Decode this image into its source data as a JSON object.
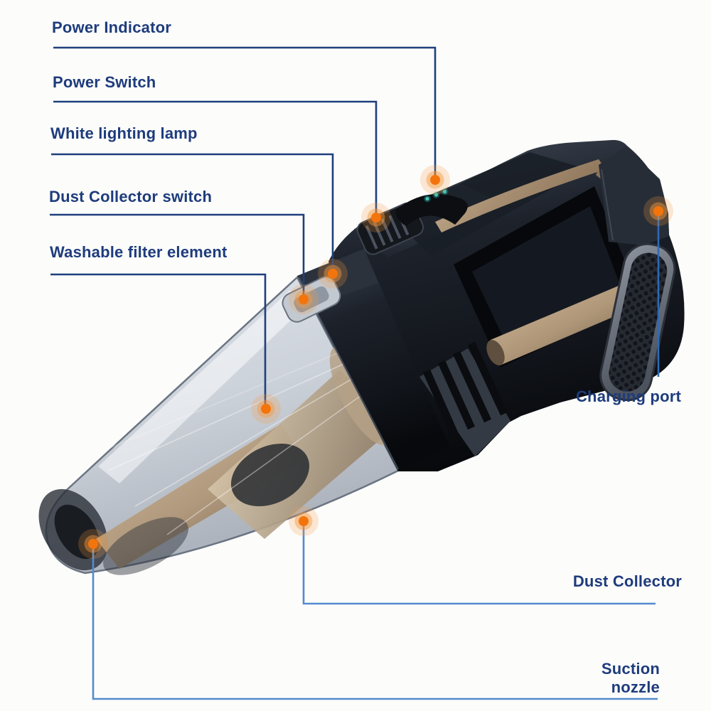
{
  "diagram_type": "product-parts-callout-diagram",
  "product": {
    "description": "handheld cordless vacuum cleaner shown at a diagonal angle, transparent dust cup at lower-left nozzle end, dark motor body and carry handle at upper-right",
    "led_indicator_count": 3
  },
  "callouts": [
    {
      "id": "power-indicator",
      "label": "Power Indicator",
      "side": "left"
    },
    {
      "id": "power-switch",
      "label": "Power Switch",
      "side": "left"
    },
    {
      "id": "white-lighting-lamp",
      "label": "White lighting lamp",
      "side": "left"
    },
    {
      "id": "dust-collector-switch",
      "label": "Dust Collector switch",
      "side": "left"
    },
    {
      "id": "washable-filter",
      "label": "Washable filter element",
      "side": "left"
    },
    {
      "id": "charging-port",
      "label": "Charging port",
      "side": "right"
    },
    {
      "id": "dust-collector",
      "label": "Dust Collector",
      "side": "right"
    },
    {
      "id": "suction-nozzle",
      "label": "Suction nozzle",
      "side": "right"
    }
  ],
  "colors": {
    "bg": "#fcfcfb",
    "label_text": "#1e3c7c",
    "line_dark": "#1f3f7d",
    "line_medium": "#2e6ab8",
    "line_light": "#528ccf",
    "dot_core": "#f4740c",
    "dot_glow": "#f69a3f",
    "led_teal": "#3bc9bb",
    "body_dark": "#15181e",
    "trim_copper": "#b09678",
    "cup_gray": "#c3cad4"
  }
}
